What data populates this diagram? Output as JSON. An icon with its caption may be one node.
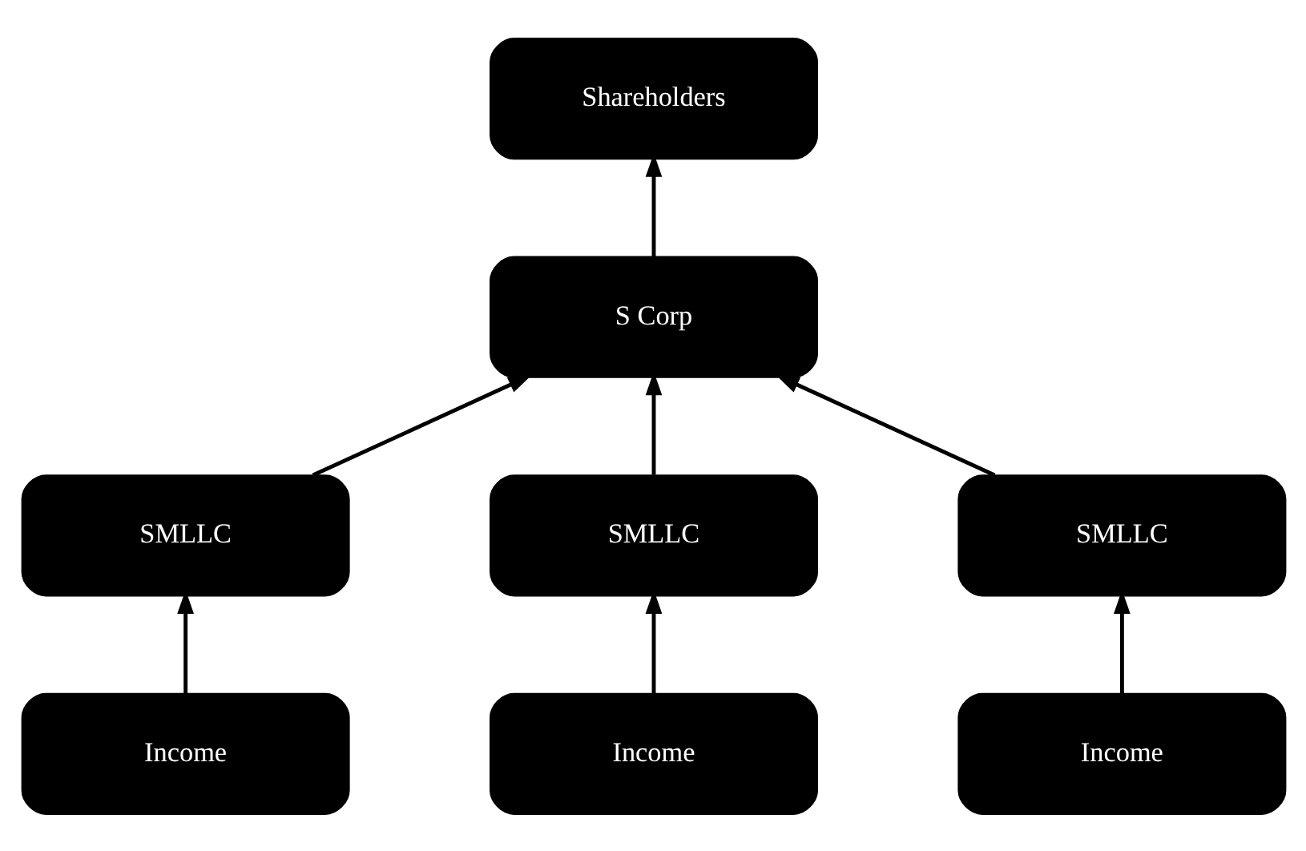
{
  "diagram": {
    "nodes": [
      {
        "text": [
          "Shareholders"
        ]
      },
      {
        "text": [
          "S Corp"
        ]
      },
      {
        "text": [
          "SMLLC"
        ]
      },
      {
        "text": [
          "SMLLC"
        ]
      },
      {
        "text": [
          "SMLLC"
        ]
      },
      {
        "text": [
          "Income"
        ]
      },
      {
        "text": [
          "Income"
        ]
      },
      {
        "text": [
          "Income"
        ]
      }
    ],
    "edges": [
      {
        "from": 1,
        "to": 0,
        "arrow": "to"
      },
      {
        "from": 2,
        "to": 1,
        "arrow": "to"
      },
      {
        "from": 3,
        "to": 1,
        "arrow": "to"
      },
      {
        "from": 4,
        "to": 1,
        "arrow": "to"
      },
      {
        "from": 5,
        "to": 2,
        "arrow": "to"
      },
      {
        "from": 6,
        "to": 3,
        "arrow": "to"
      },
      {
        "from": 7,
        "to": 4,
        "arrow": "to"
      }
    ]
  }
}
